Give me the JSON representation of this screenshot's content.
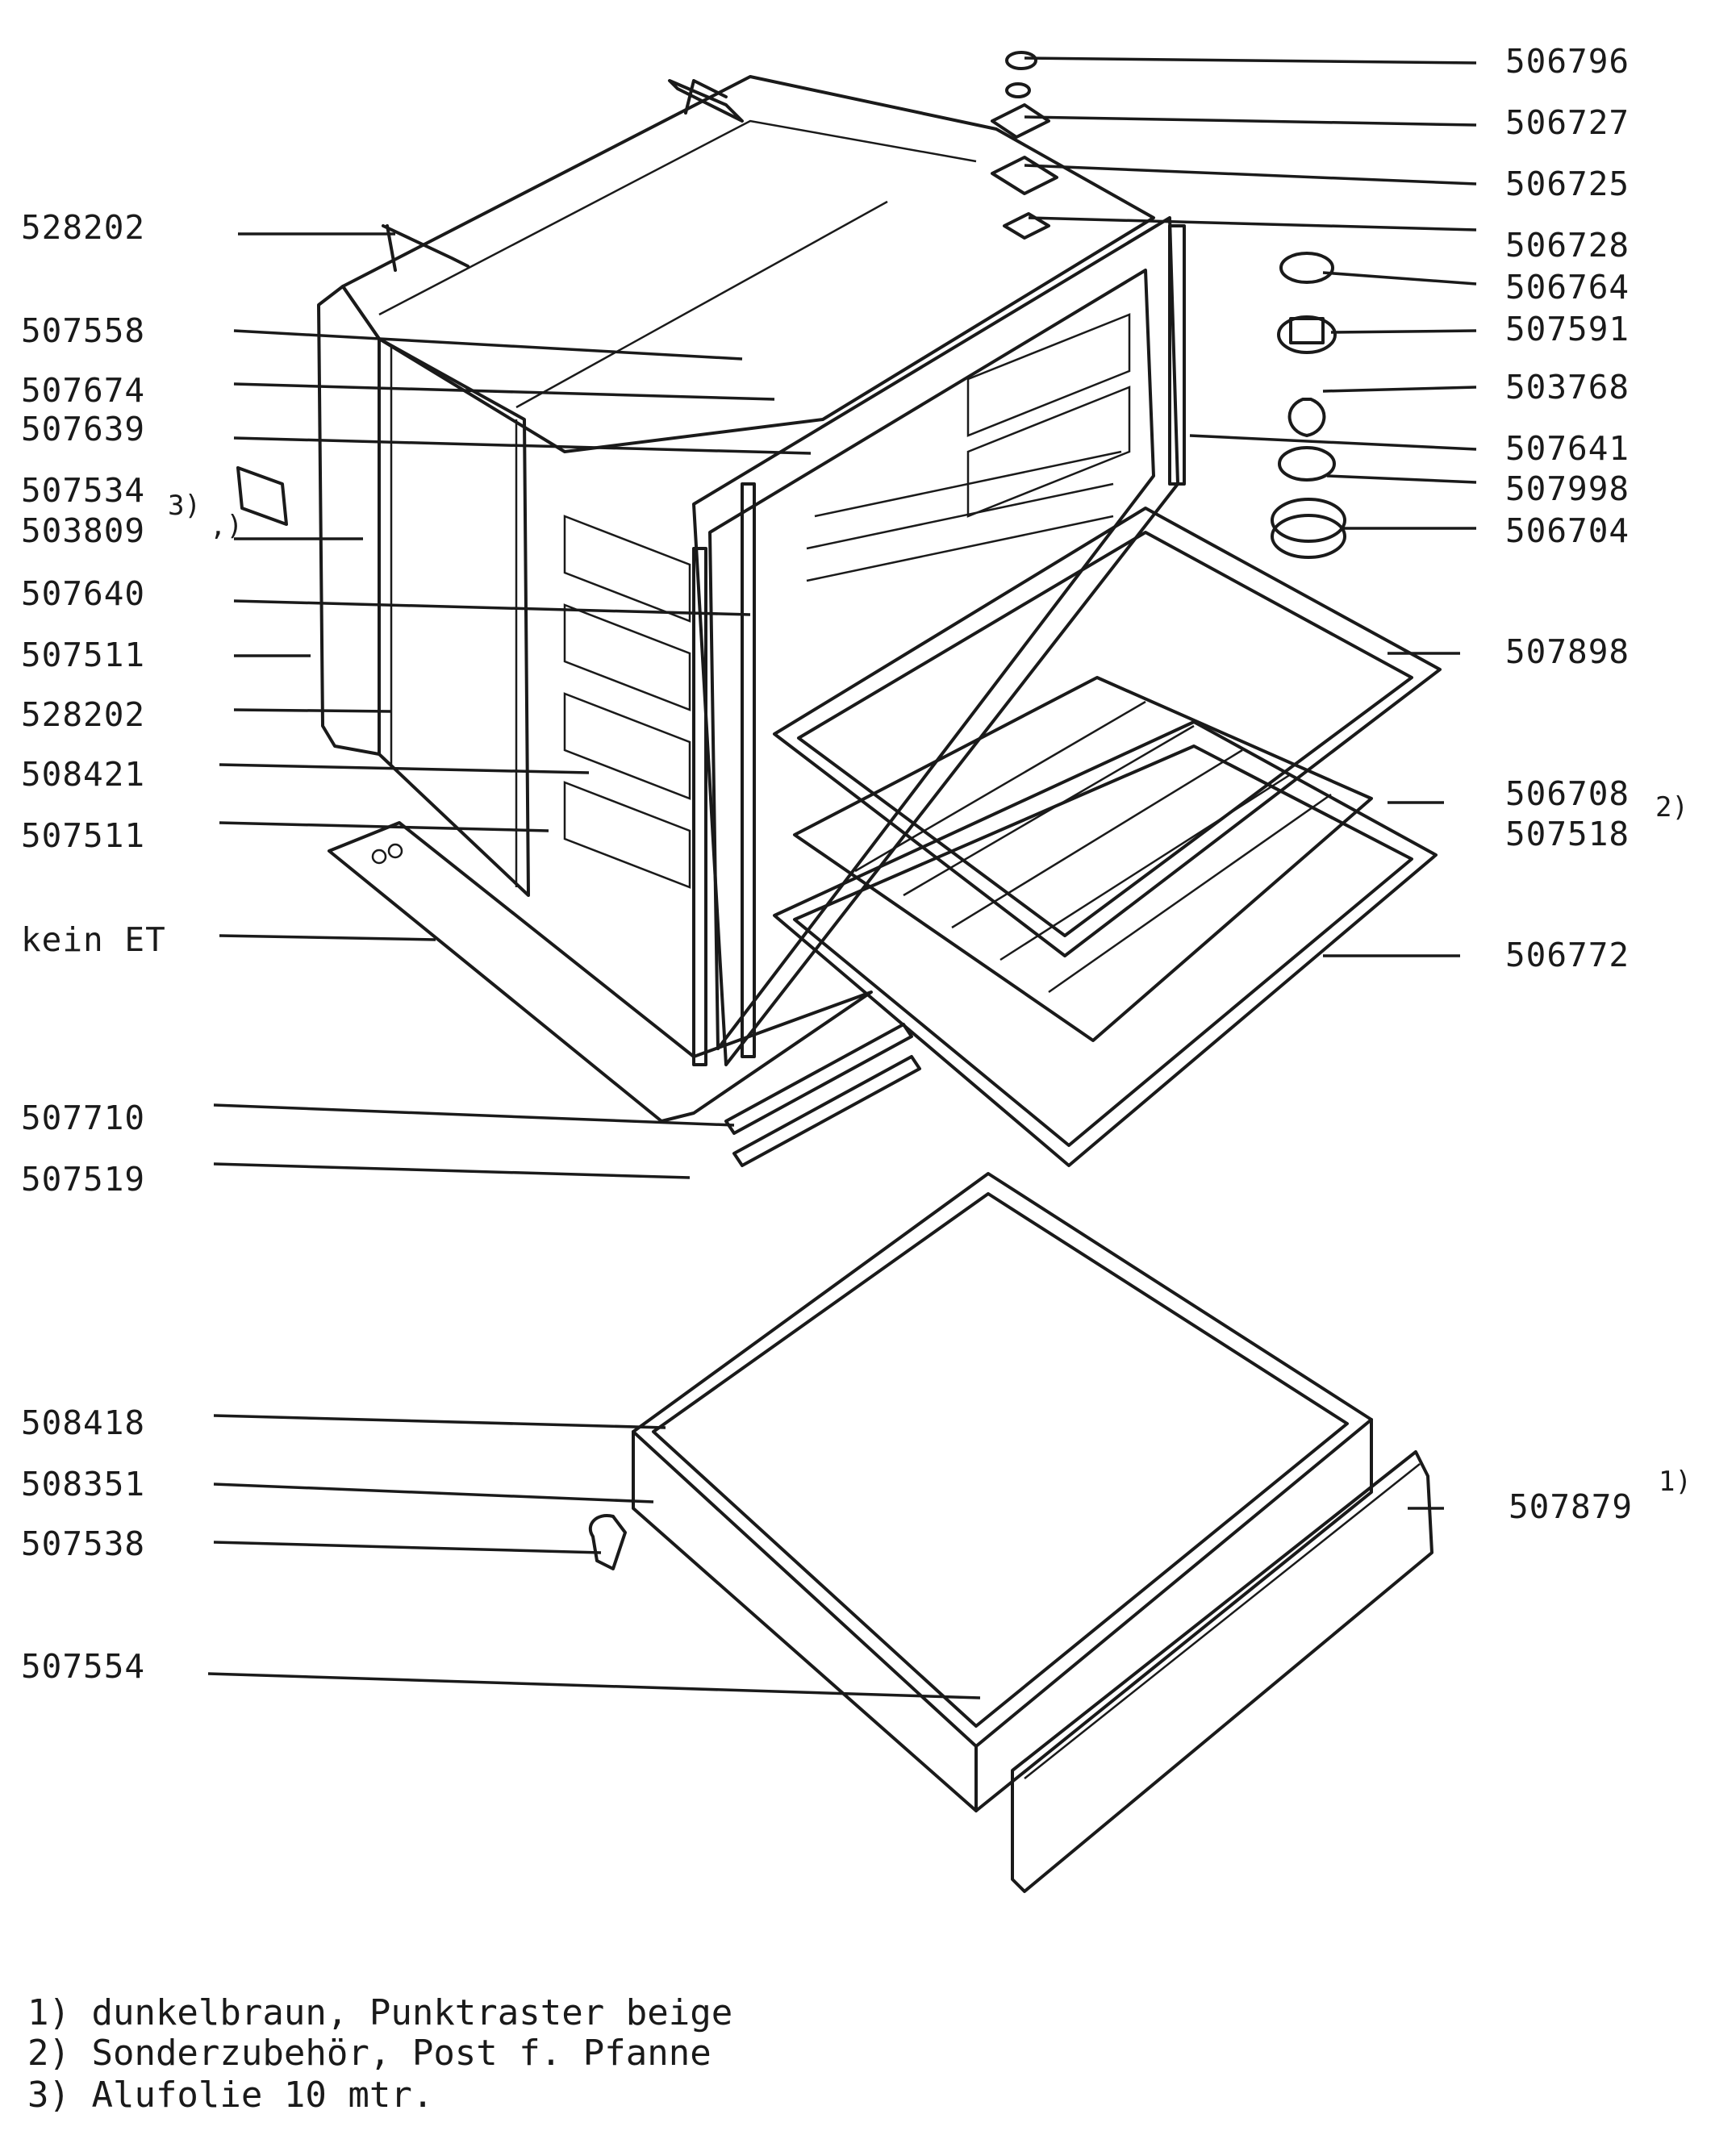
{
  "left_labels": [
    "528202",
    "507558",
    "507674",
    "507639",
    "507534",
    "503809",
    "507640",
    "507511",
    "528202",
    "508421",
    "507511",
    "kein ET",
    "507710",
    "507519",
    "508418",
    "508351",
    "507538",
    "507554"
  ],
  "right_labels": [
    "506796",
    "506727",
    "506725",
    "506728",
    "506764",
    "507591",
    "503768",
    "507641",
    "507998",
    "506704",
    "507898",
    "506708",
    "507518",
    "506772",
    "507879"
  ],
  "superscripts": {
    "s507534": "3)",
    "s503809": ",)",
    "s506708": "2)",
    "s507879": "1)"
  },
  "footnotes": [
    "1) dunkelbraun, Punktraster beige",
    "2) Sonderzubehör, Post f. Pfanne",
    "3) Alufolie 10 mtr."
  ]
}
